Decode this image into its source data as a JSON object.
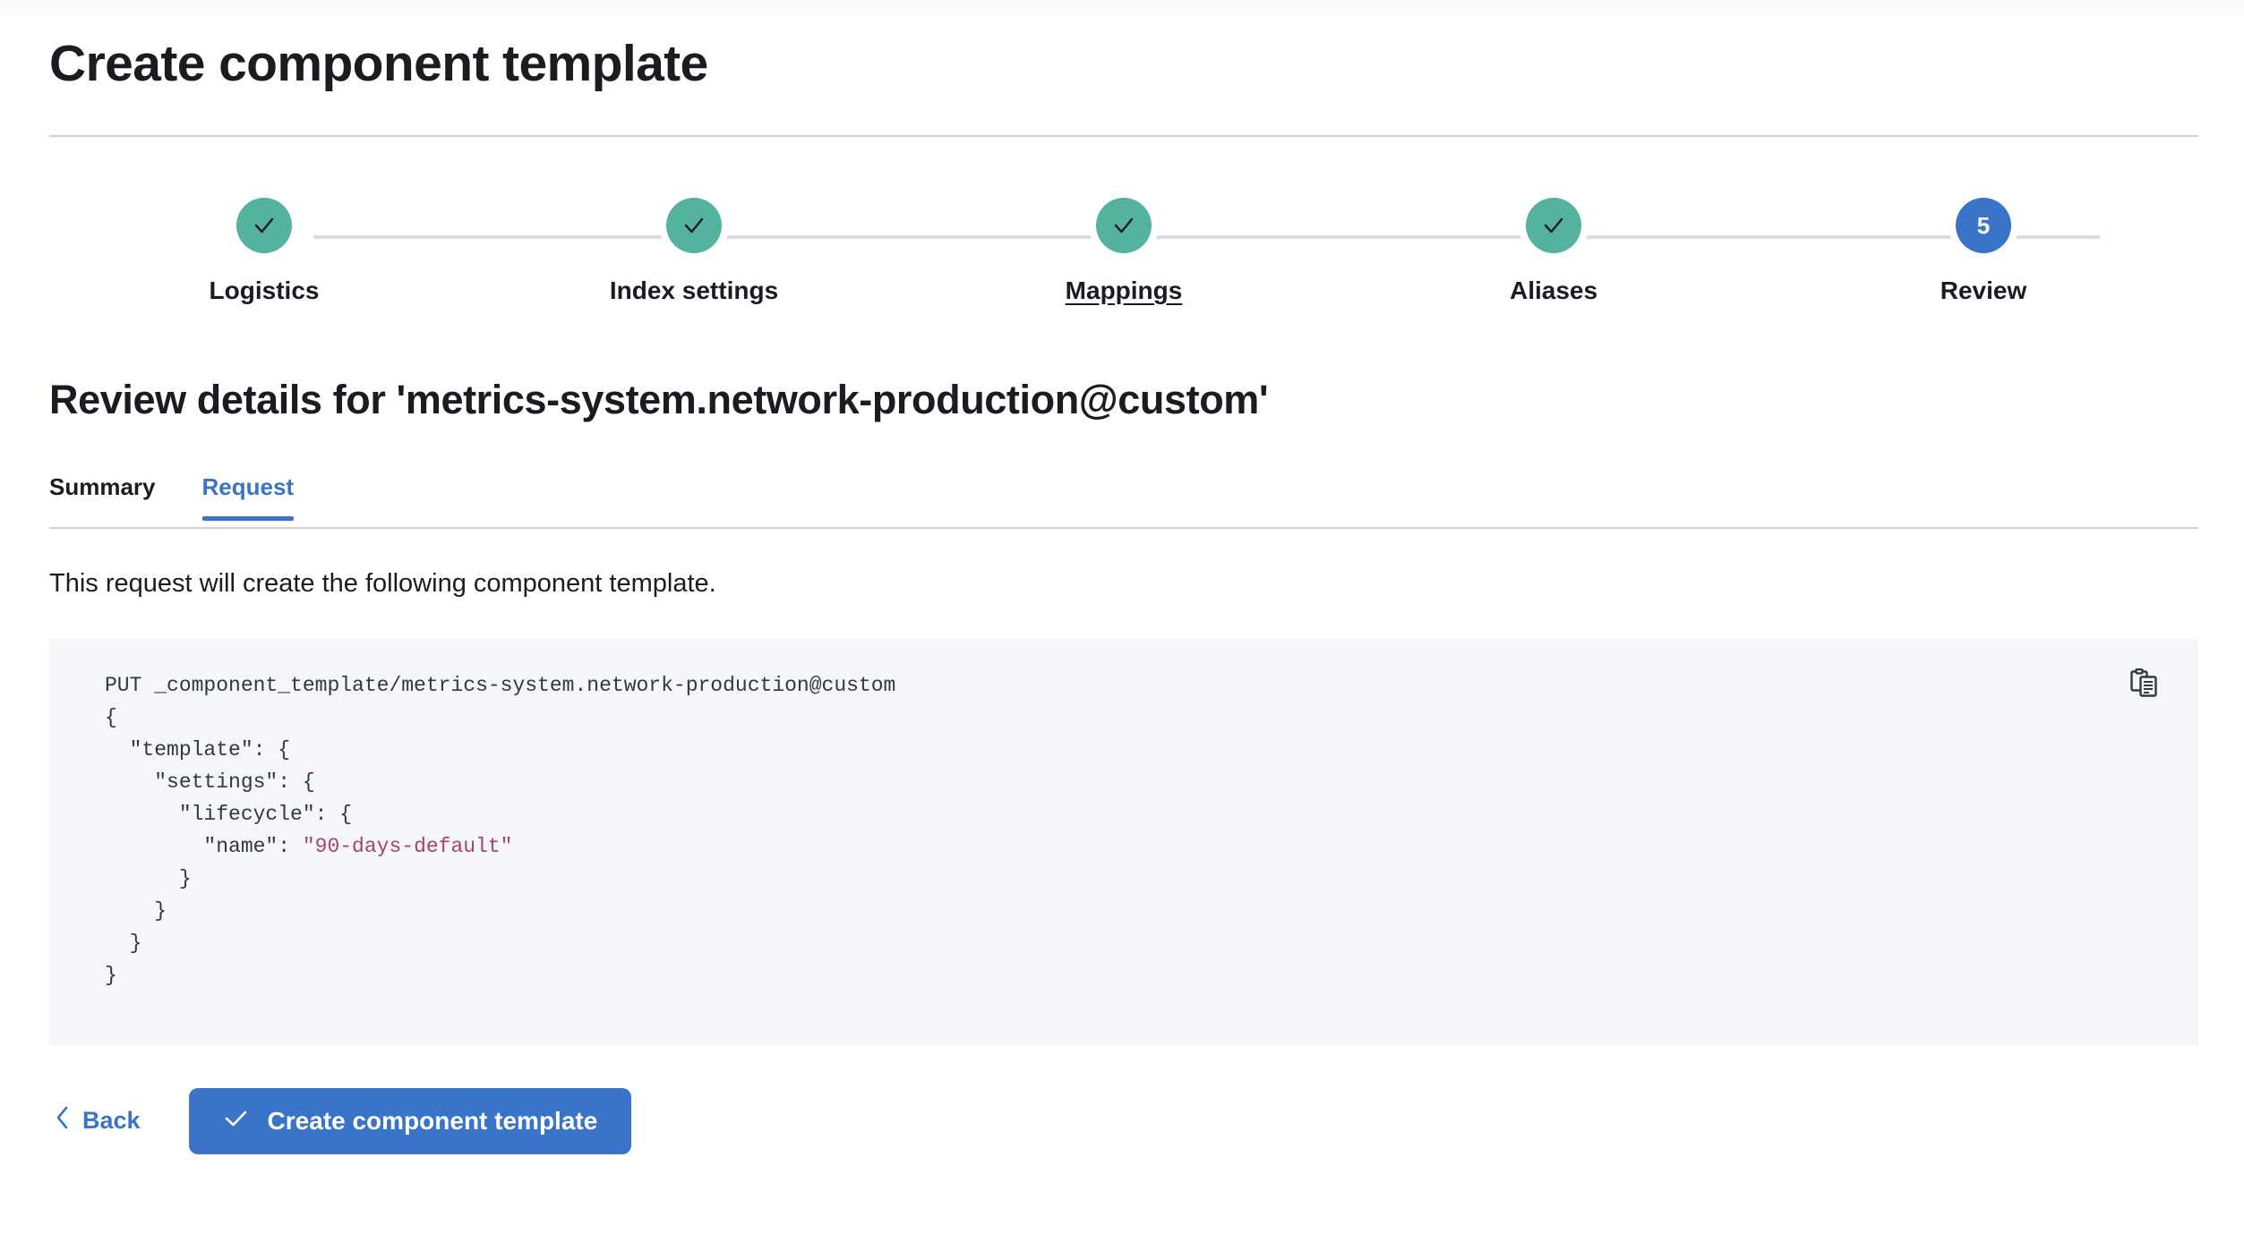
{
  "page": {
    "title": "Create component template"
  },
  "stepper": {
    "steps": [
      {
        "label": "Logistics",
        "state": "done",
        "number": "1",
        "icon": "check-icon",
        "hovered": false
      },
      {
        "label": "Index settings",
        "state": "done",
        "number": "2",
        "icon": "check-icon",
        "hovered": false
      },
      {
        "label": "Mappings",
        "state": "done",
        "number": "3",
        "icon": "check-icon",
        "hovered": true
      },
      {
        "label": "Aliases",
        "state": "done",
        "number": "4",
        "icon": "check-icon",
        "hovered": false
      },
      {
        "label": "Review",
        "state": "current",
        "number": "5",
        "icon": "number",
        "hovered": false
      }
    ],
    "colors": {
      "done": "#54b39f",
      "current": "#3a74c8",
      "track": "#d8dde8"
    }
  },
  "review": {
    "heading": "Review details for 'metrics-system.network-production@custom'",
    "tabs": [
      {
        "label": "Summary",
        "active": false
      },
      {
        "label": "Request",
        "active": true
      }
    ],
    "description": "This request will create the following component template.",
    "request": {
      "method_line": "PUT _component_template/metrics-system.network-production@custom",
      "body_lines": [
        "{",
        "  \"template\": {",
        "    \"settings\": {",
        "      \"lifecycle\": {",
        "        \"name\": ",
        "\"90-days-default\"",
        "      }",
        "    }",
        "  }",
        "}"
      ],
      "full_text": "PUT _component_template/metrics-system.network-production@custom\n{\n  \"template\": {\n    \"settings\": {\n      \"lifecycle\": {\n        \"name\": \"90-days-default\"\n      }\n    }\n  }\n}",
      "string_value": "\"90-days-default\"",
      "string_color": "#a8436b",
      "copy_icon": "copy-clipboard-icon"
    }
  },
  "footer": {
    "back_label": "Back",
    "back_icon": "chevron-left-icon",
    "submit_label": "Create component template",
    "submit_icon": "check-icon",
    "accent": "#3a74c8"
  }
}
